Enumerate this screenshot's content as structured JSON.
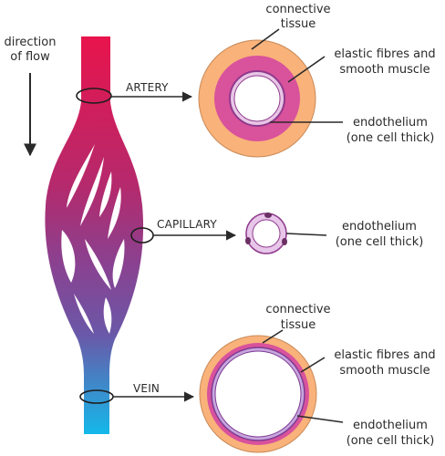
{
  "direction": {
    "line1": "direction",
    "line2": "of flow"
  },
  "artery": {
    "name": "ARTERY",
    "connective": {
      "line1": "connective",
      "line2": "tissue"
    },
    "elastic": {
      "line1": "elastic fibres and",
      "line2": "smooth muscle"
    },
    "endothelium": {
      "line1": "endothelium",
      "line2": "(one cell thick)"
    }
  },
  "capillary": {
    "name": "CAPILLARY",
    "endothelium": {
      "line1": "endothelium",
      "line2": "(one cell thick)"
    }
  },
  "vein": {
    "name": "VEIN",
    "connective": {
      "line1": "connective",
      "line2": "tissue"
    },
    "elastic": {
      "line1": "elastic fibres and",
      "line2": "smooth muscle"
    },
    "endothelium": {
      "line1": "endothelium",
      "line2": "(one cell thick)"
    }
  },
  "colors": {
    "artery_red": "#e0174f",
    "vessel_purple": "#8a3f8f",
    "vein_blue": "#19b6e6",
    "connective_tissue": "#f8b27a",
    "muscle_layer": "#d9529c",
    "endothelium": "#9b3e95",
    "lumen": "#ffffff"
  }
}
